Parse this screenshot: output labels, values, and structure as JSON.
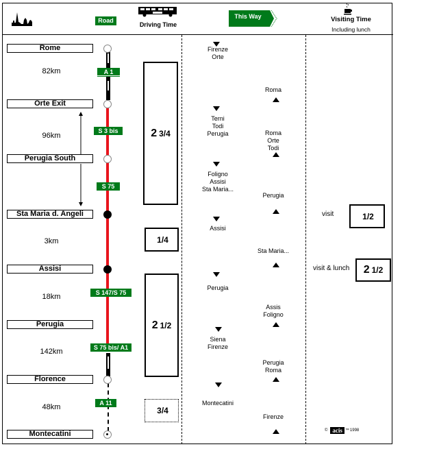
{
  "header": {
    "road_label": "Road",
    "driving_time_label": "Driving Time",
    "this_way_label": "This Way",
    "visiting_time_label": "Visiting Time",
    "including_lunch_label": "Including lunch",
    "icons": [
      "city-skyline-icon",
      "bus-icon",
      "coffee-cup-icon"
    ]
  },
  "stops": [
    {
      "name": "Rome",
      "node": "open"
    },
    {
      "name": "Orte Exit",
      "node": "open"
    },
    {
      "name": "Perugia South",
      "node": "open"
    },
    {
      "name": "Sta Maria d. Angeli",
      "node": "filled"
    },
    {
      "name": "Assisi",
      "node": "filled"
    },
    {
      "name": "Perugia",
      "node": "none"
    },
    {
      "name": "Florence",
      "node": "open"
    },
    {
      "name": "Montecatini",
      "node": "dot"
    }
  ],
  "distances": [
    "82km",
    "96km",
    "3km",
    "18km",
    "142km",
    "48km"
  ],
  "roads": [
    "A 1",
    "S 3 bis",
    "S 75",
    "S 147/S 75",
    "S 75 bis/ A1",
    "A 11"
  ],
  "driving_times": [
    {
      "whole": "2",
      "fraction": "3/4"
    },
    {
      "whole": "",
      "fraction": "1/4"
    },
    {
      "whole": "2",
      "fraction": "1/2"
    },
    {
      "whole": "",
      "fraction": "3/4"
    }
  ],
  "directions_outbound": [
    "Firenze\nOrte",
    "Terni\nTodi\nPerugia",
    "Foligno\nAssisi\nSta Maria...",
    "Assisi",
    "Perugia",
    "Siena\nFirenze",
    "Montecatini"
  ],
  "directions_return": [
    "Roma",
    "Roma\nOrte\nTodi",
    "Perugia",
    "Sta Maria...",
    "Assis\nFoligno",
    "Perugia\nRoma",
    "Firenze"
  ],
  "visits": [
    {
      "label": "visit",
      "whole": "",
      "fraction": "1/2"
    },
    {
      "label": "visit & lunch",
      "whole": "2",
      "fraction": "1/2"
    }
  ],
  "footer": {
    "copyright_symbol": "©",
    "brand": "acis",
    "trademark": "™",
    "year": "1998"
  },
  "colors": {
    "road_green": "#007a1a",
    "route_red": "#e8141c"
  }
}
